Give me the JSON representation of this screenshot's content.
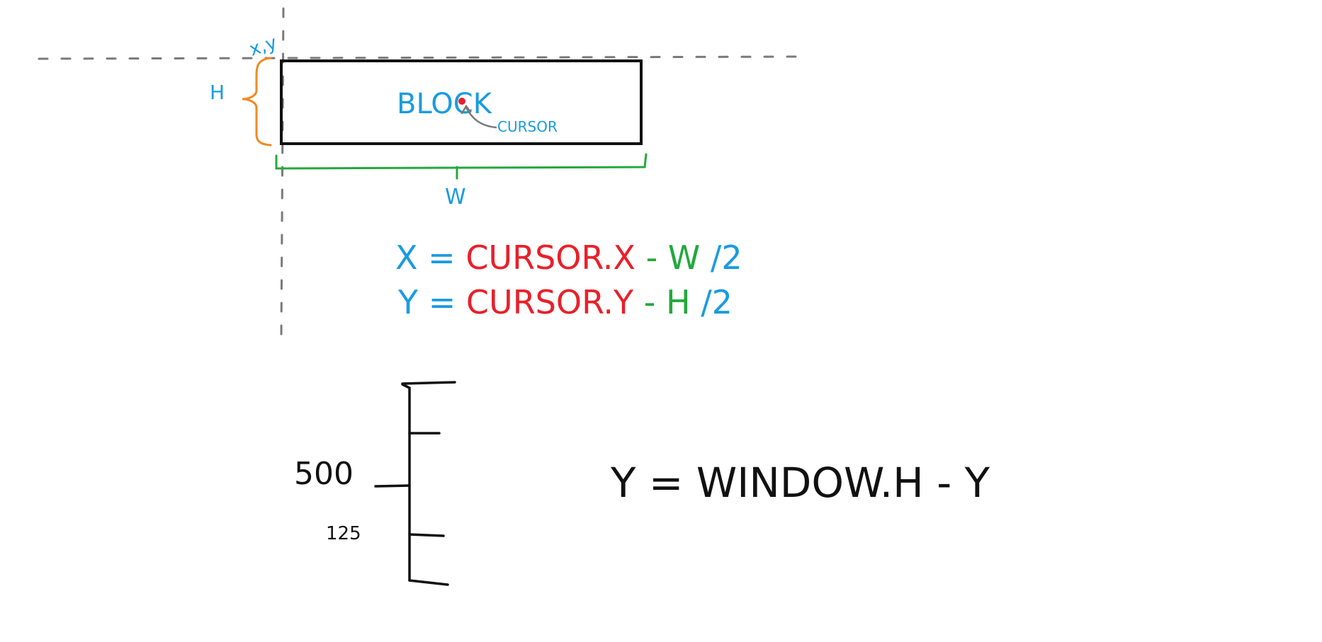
{
  "block": {
    "label": "BLOCK",
    "origin_label": "x,y",
    "height_label": "H",
    "width_label": "W",
    "cursor_label": "CURSOR"
  },
  "formulas": {
    "x": {
      "lhs": "X",
      "eq": "=",
      "cursor_term": "CURSOR.X",
      "minus": "-",
      "dim": "W",
      "divisor": "/2"
    },
    "y": {
      "lhs": "Y",
      "eq": "=",
      "cursor_term": "CURSOR.Y",
      "minus": "-",
      "dim": "H",
      "divisor": "/2"
    }
  },
  "axis": {
    "tick_label_500": "500",
    "tick_label_125": "125"
  },
  "flip_formula": "Y = WINDOW.H - Y",
  "colors": {
    "blue": "#1a9be0",
    "red": "#e8202a",
    "green": "#23a83c",
    "orange": "#f08a24",
    "gray": "#7a7a7a",
    "black": "#111111"
  }
}
